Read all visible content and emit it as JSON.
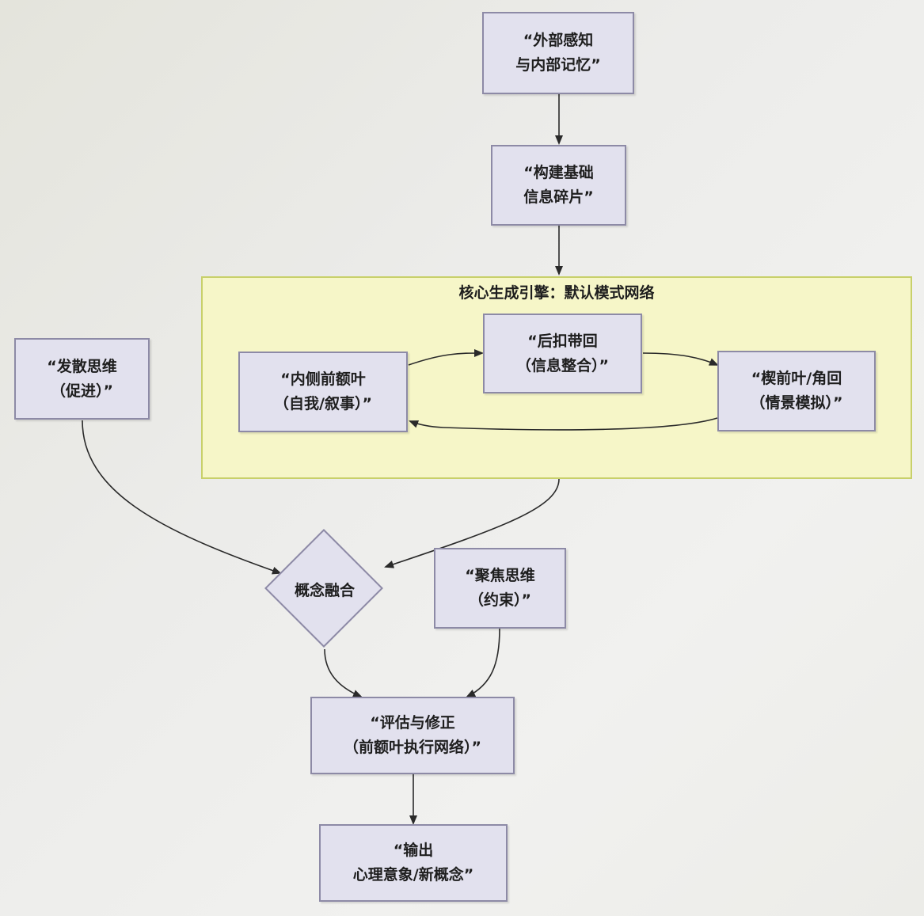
{
  "diagram": {
    "group": {
      "title": "核心生成引擎：默认模式网络"
    },
    "nodes": {
      "perception": {
        "line1": "“外部感知",
        "line2": "与内部记忆”"
      },
      "fragments": {
        "line1": "“构建基础",
        "line2": "信息碎片”"
      },
      "pcc": {
        "line1": "“后扣带回",
        "line2": "（信息整合）”"
      },
      "mpfc": {
        "line1": "“内侧前额叶",
        "line2": "（自我/叙事）”"
      },
      "precuneus": {
        "line1": "“楔前叶/角回",
        "line2": "（情景模拟）”"
      },
      "divergent": {
        "line1": "“发散思维",
        "line2": "（促进）”"
      },
      "convergent": {
        "line1": "“聚焦思维",
        "line2": "（约束）”"
      },
      "fusion": {
        "label": "概念融合"
      },
      "evaluate": {
        "line1": "“评估与修正",
        "line2": "（前额叶执行网络）”"
      },
      "output": {
        "line1": "“输出",
        "line2": "心理意象/新概念”"
      }
    },
    "colors": {
      "node_fill": "#e2e1ee",
      "node_border": "#8d8aa6",
      "group_fill": "#f6f6c8",
      "group_border": "#c8d06a",
      "edge": "#2a2a2a"
    }
  }
}
